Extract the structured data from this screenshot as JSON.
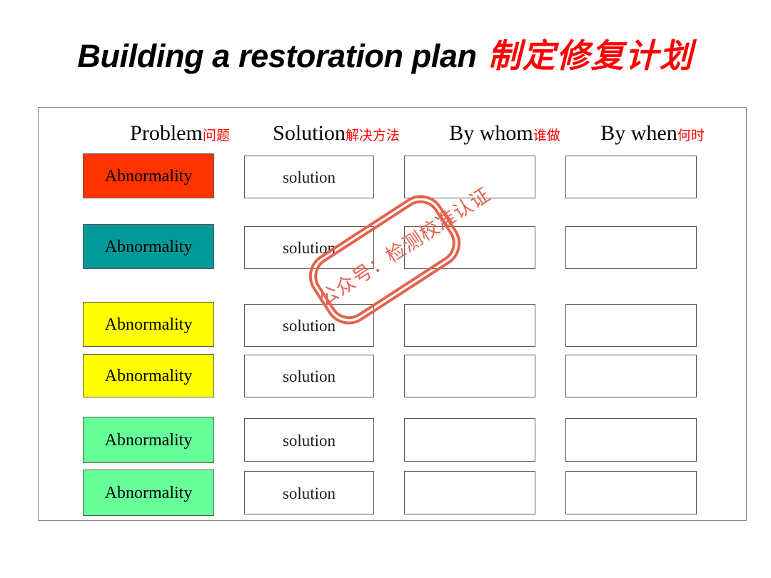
{
  "title": {
    "english": "Building a restoration plan",
    "chinese": "制定修复计划",
    "english_color": "#000000",
    "chinese_color": "#FF0000"
  },
  "table": {
    "headers": [
      {
        "english": "Problem",
        "chinese": "问题"
      },
      {
        "english": "Solution",
        "chinese": "解决方法"
      },
      {
        "english": "By whom",
        "chinese": "谁做"
      },
      {
        "english": "By when",
        "chinese": "何时"
      }
    ],
    "rows": [
      {
        "problem": "Abnormality",
        "problem_color": "#FF3300",
        "solution": "solution",
        "by_whom": "",
        "by_when": ""
      },
      {
        "problem": "Abnormality",
        "problem_color": "#009999",
        "solution": "solution",
        "by_whom": "",
        "by_when": ""
      },
      {
        "problem": "Abnormality",
        "problem_color": "#FFFF00",
        "solution": "solution",
        "by_whom": "",
        "by_when": ""
      },
      {
        "problem": "Abnormality",
        "problem_color": "#FFFF00",
        "solution": "solution",
        "by_whom": "",
        "by_when": ""
      },
      {
        "problem": "Abnormality",
        "problem_color": "#66FF99",
        "solution": "solution",
        "by_whom": "",
        "by_when": ""
      },
      {
        "problem": "Abnormality",
        "problem_color": "#66FF99",
        "solution": "solution",
        "by_whom": "",
        "by_when": ""
      }
    ]
  },
  "watermark": {
    "text": "公众号：检测校准认证",
    "color": "#E4634F"
  },
  "colors": {
    "frame_border": "#878787",
    "cell_border": "#5A5A5A",
    "background": "#FFFFFF"
  }
}
